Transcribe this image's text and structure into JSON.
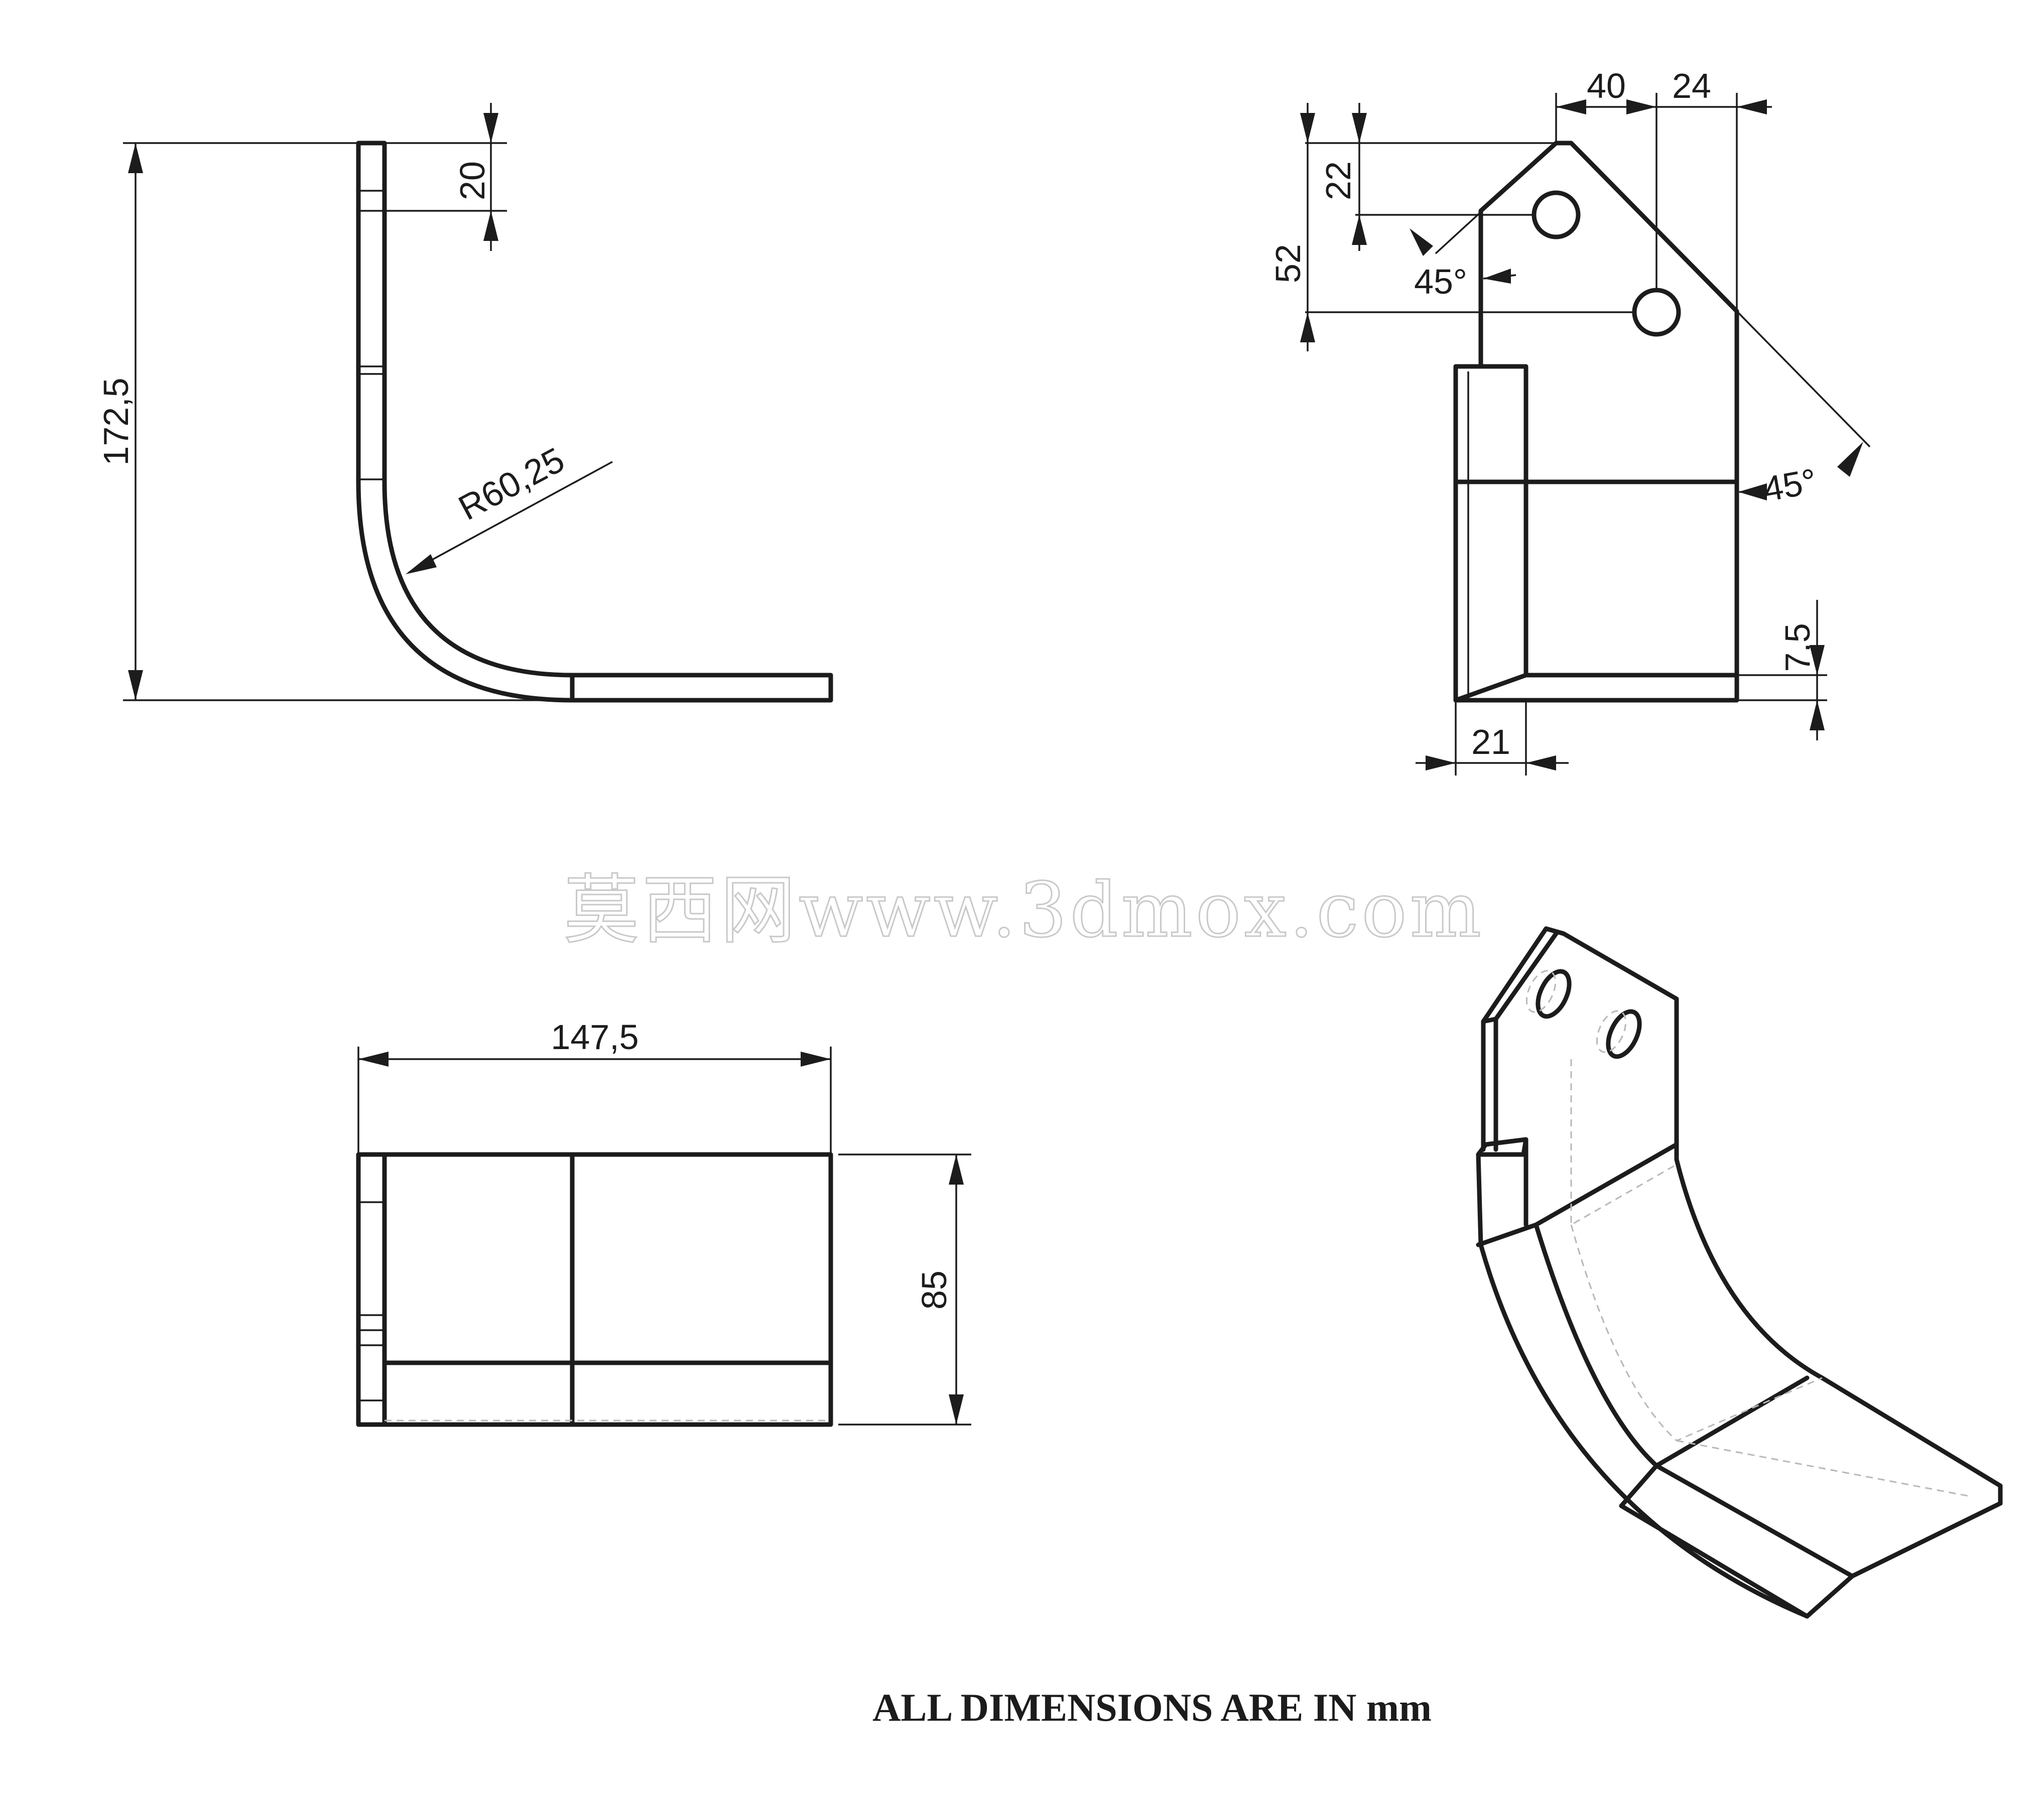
{
  "side_view": {
    "height_dim": "172,5",
    "top_dim": "20",
    "radius_dim": "R60,25"
  },
  "front_view": {
    "dim_40": "40",
    "dim_24": "24",
    "dim_22": "22",
    "dim_52": "52",
    "angle_top": "45°",
    "angle_side": "45°",
    "dim_7_5": "7,5",
    "dim_21": "21"
  },
  "top_view": {
    "width_dim": "147,5",
    "height_dim": "85"
  },
  "watermark": "莫西网www.3dmox.com",
  "footer_note": "ALL DIMENSIONS ARE IN mm"
}
